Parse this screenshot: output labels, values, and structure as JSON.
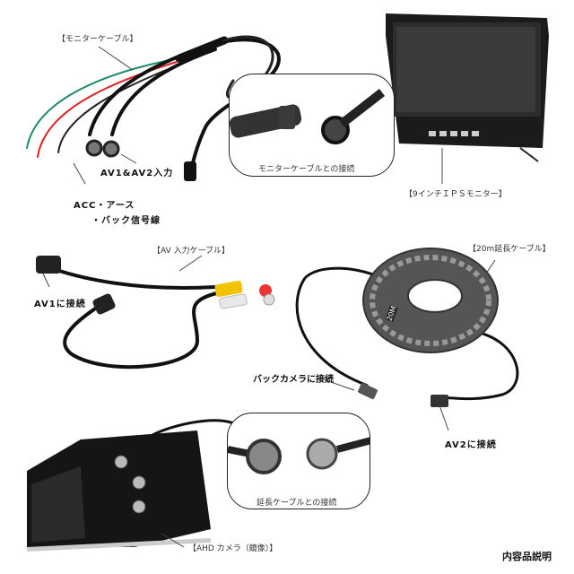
{
  "labels": {
    "monitor_cable": "【モニターケーブル】",
    "av_inputs": "AV1&AV2入力",
    "acc_line1": "ACC・アース",
    "acc_line2": "・バック信号線",
    "monitor_connection": "モニターケーブルとの接続",
    "monitor": "【9インチＩＰＳモニター】",
    "av_cable": "【AV 入力ケーブル】",
    "av1_connect": "AV1に接続",
    "ext_cable": "【20m延長ケーブル】",
    "back_camera_connect": "バックカメラに接続",
    "av2_connect": "AV2に接続",
    "ext_connection": "延長ケーブルとの接続",
    "camera": "【AHD カメラ（鏡像）】",
    "footer": "内容品説明",
    "reel_marking": "20M"
  }
}
